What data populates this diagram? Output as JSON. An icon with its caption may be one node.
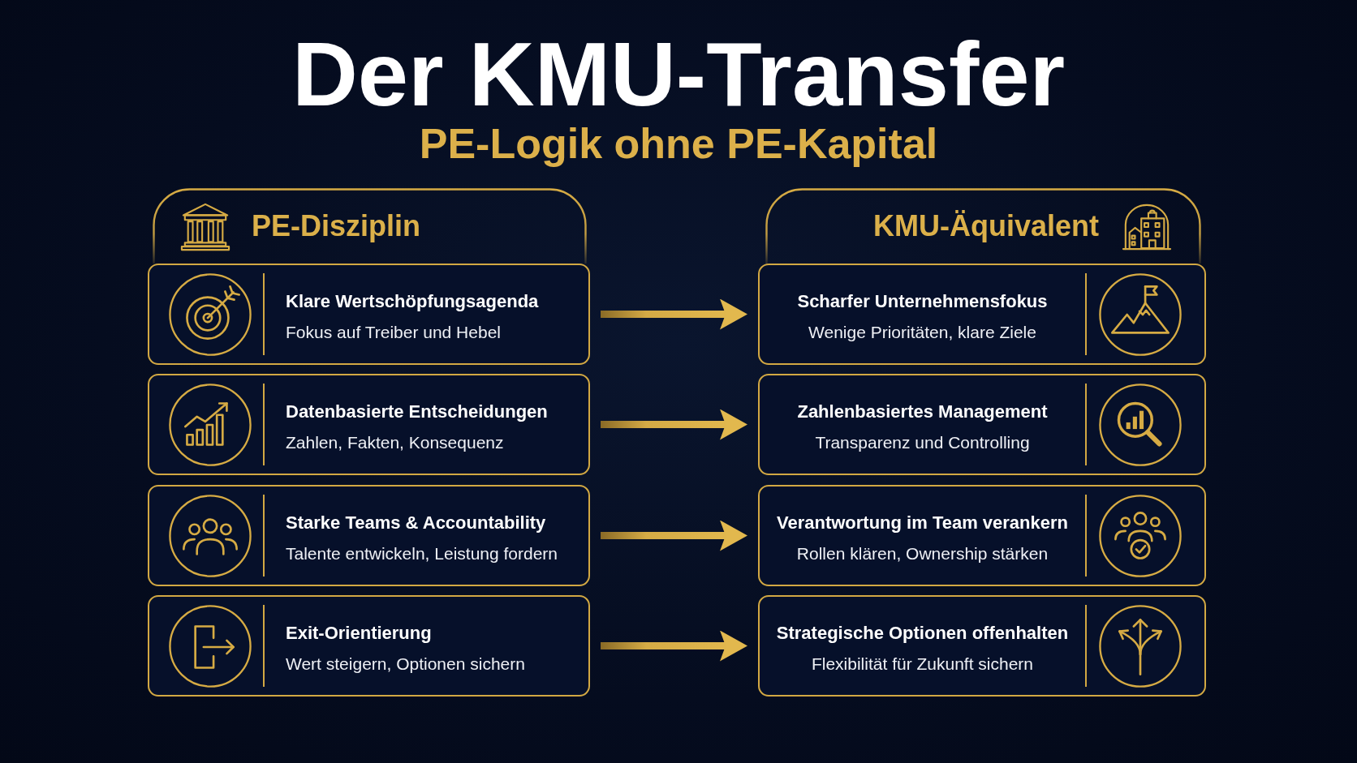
{
  "diagram": {
    "title": "Der KMU-Transfer",
    "nodes": [
      {
        "text": [
          "PE-Disziplin"
        ]
      },
      {
        "text": [
          "Klare Wertschöpfungsagenda",
          "Fokus auf Treiber und Hebel"
        ]
      },
      {
        "text": [
          "Datenbasierte Entscheidungen",
          "Zahlen, Fakten, Konsequenz"
        ]
      },
      {
        "text": [
          "Starke Teams & Accountability",
          "Talente entwickeln, Leistung fordern"
        ]
      },
      {
        "text": [
          "Exit-Orientierung",
          "Wert steigern, Optionen sichern"
        ]
      },
      {
        "text": [
          "KMU-Äquivalent"
        ]
      },
      {
        "text": [
          "Scharfer Unternehmensfokus",
          "Wenige Prioritäten, klare Ziele"
        ]
      },
      {
        "text": [
          "Zahlenbasiertes Management",
          "Transparenz und Controlling"
        ]
      },
      {
        "text": [
          "Verantwortung im Team verankern",
          "Rollen klären, Ownership stärken"
        ]
      },
      {
        "text": [
          "Strategische Optionen offenhalten",
          "Flexibilität für Zukunft sichern"
        ]
      }
    ],
    "edges": [
      {
        "from": 1,
        "to": 6,
        "arrow": "to"
      },
      {
        "from": 2,
        "to": 7,
        "arrow": "to"
      },
      {
        "from": 3,
        "to": 8,
        "arrow": "to"
      },
      {
        "from": 4,
        "to": 9,
        "arrow": "to"
      }
    ],
    "labels": [
      "PE-Logik ohne PE-Kapital"
    ]
  }
}
